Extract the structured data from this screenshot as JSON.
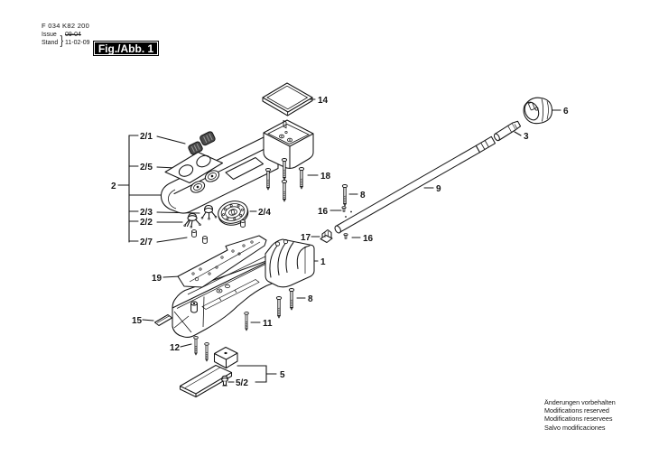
{
  "header": {
    "part_number": "F 034 K82 200",
    "issue_label": "Issue",
    "stand_label": "Stand",
    "brace": "}",
    "old_date": "09-04",
    "new_date": "11-02-09",
    "figure_label": "Fig./Abb. 1"
  },
  "diagram": {
    "labels": {
      "l2": {
        "text": "2"
      },
      "l2_1": {
        "text": "2/1"
      },
      "l2_5": {
        "text": "2/5"
      },
      "l2_3": {
        "text": "2/3"
      },
      "l2_2": {
        "text": "2/2"
      },
      "l2_7": {
        "text": "2/7"
      },
      "l2_4": {
        "text": "2/4"
      },
      "l14": {
        "text": "14"
      },
      "l18": {
        "text": "18"
      },
      "l6": {
        "text": "6"
      },
      "l3": {
        "text": "3"
      },
      "l9": {
        "text": "9"
      },
      "l8a": {
        "text": "8"
      },
      "l16a": {
        "text": "16"
      },
      "l17": {
        "text": "17"
      },
      "l16b": {
        "text": "16"
      },
      "l1": {
        "text": "1"
      },
      "l19": {
        "text": "19"
      },
      "l8b": {
        "text": "8"
      },
      "l11": {
        "text": "11"
      },
      "l15": {
        "text": "15"
      },
      "l12": {
        "text": "12"
      },
      "l5": {
        "text": "5"
      },
      "l5_2": {
        "text": "5/2"
      }
    },
    "colors": {
      "line": "#141414",
      "knob_fill": "#4a4a4a",
      "fig_box_bg": "#000000",
      "fig_box_text": "#ffffff",
      "background": "#ffffff"
    }
  },
  "footer": {
    "lines": [
      "Änderungen vorbehalten",
      "Modifications reserved",
      "Modifications reservees",
      "Salvo modificaciones"
    ]
  }
}
